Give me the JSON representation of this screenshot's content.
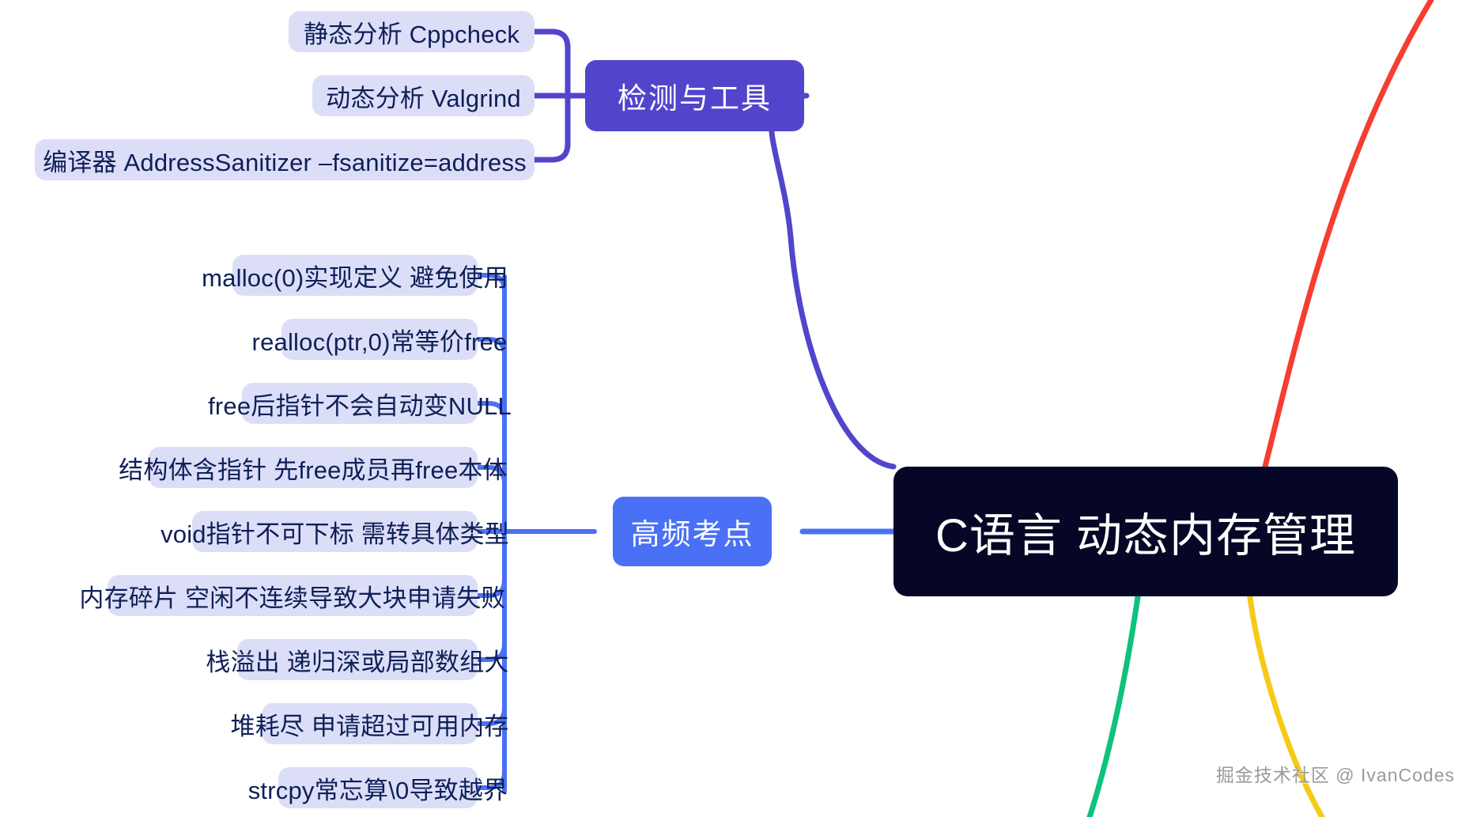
{
  "root": {
    "label": "C语言 动态内存管理",
    "color": "#060726",
    "text_color": "#ffffff"
  },
  "branches": [
    {
      "id": "tools",
      "label": "检测与工具",
      "color": "#5245cc",
      "wire_color": "#5245cc",
      "children": [
        {
          "label": "静态分析 Cppcheck"
        },
        {
          "label": "动态分析 Valgrind"
        },
        {
          "label": "编译器 AddressSanitizer –fsanitize=address"
        }
      ]
    },
    {
      "id": "hot-points",
      "label": "高频考点",
      "color": "#4a70f5",
      "wire_color": "#4a70f5",
      "children": [
        {
          "label": "malloc(0)实现定义 避免使用"
        },
        {
          "label": "realloc(ptr,0)常等价free"
        },
        {
          "label": "free后指针不会自动变NULL"
        },
        {
          "label": "结构体含指针 先free成员再free本体"
        },
        {
          "label": "void指针不可下标 需转具体类型"
        },
        {
          "label": "内存碎片 空闲不连续导致大块申请失败"
        },
        {
          "label": "栈溢出 递归深或局部数组大"
        },
        {
          "label": "堆耗尽 申请超过可用内存"
        },
        {
          "label": "strcpy常忘算\\0导致越界"
        }
      ]
    }
  ],
  "offscreen_branch_wires": [
    {
      "id": "red-wire",
      "color": "#f53e30"
    },
    {
      "id": "green-wire",
      "color": "#0ec17d"
    },
    {
      "id": "yellow-wire",
      "color": "#f5ca18"
    }
  ],
  "leaf_style": {
    "background": "#dcdef8",
    "text_color": "#0f1f57"
  },
  "watermark": {
    "text": "掘金技术社区 @ IvanCodes"
  }
}
